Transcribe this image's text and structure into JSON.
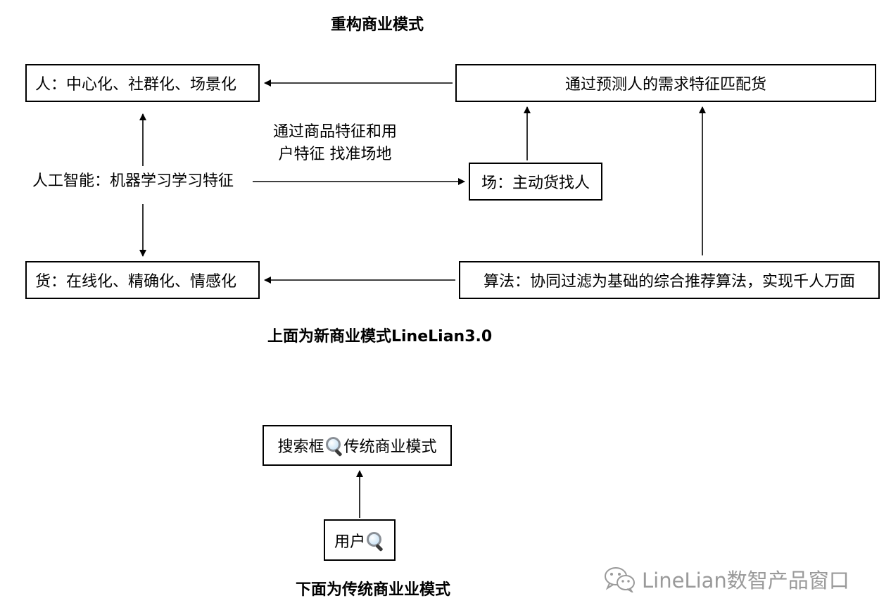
{
  "title": "重构商业模式",
  "nodes": {
    "people": "人：中心化、社群化、场景化",
    "predict": "通过预测人的需求特征匹配货",
    "ai": "人工智能：机器学习学习特征",
    "scene": "场：主动货找人",
    "goods": "货：在线化、精确化、情感化",
    "algorithm": "算法：协同过滤为基础的综合推荐算法，实现千人万面",
    "search_box_prefix": "搜索框",
    "search_box_suffix": "传统商业模式",
    "user_prefix": "用户"
  },
  "edge_label_lines": [
    "通过商品特征和用",
    "户特征 找准场地"
  ],
  "caption_new": "上面为新商业模式LineLian3.0",
  "caption_old": "下面为传统商业业模式",
  "watermark": "LineLian数智产品窗口",
  "icons": {
    "magnifier": "magnifying-glass-icon",
    "wechat": "wechat-icon"
  }
}
